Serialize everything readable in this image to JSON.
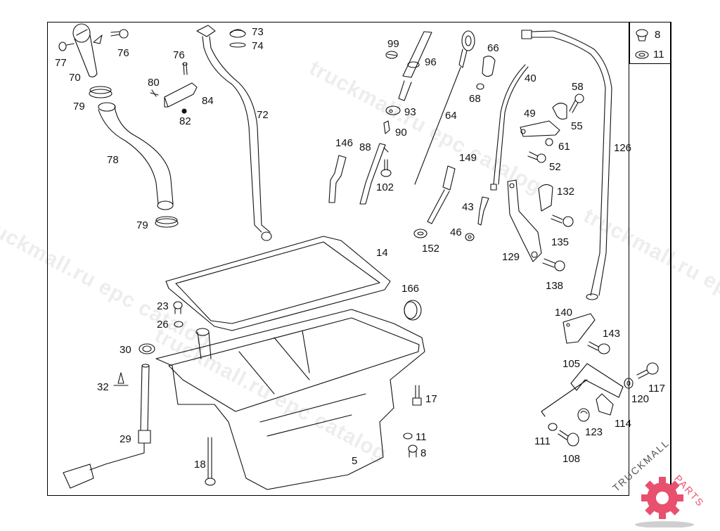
{
  "diagram": {
    "title": "Oil pan, oil dipstick and oil filler parts diagram",
    "watermark_text": "truckmall.ru epc catalog",
    "brand": {
      "name_part1": "TRUCKMALL",
      "name_part2": "PARTS",
      "accent_color": "#e8506e"
    },
    "legend_box": [
      {
        "number": "8"
      },
      {
        "number": "11"
      }
    ],
    "callouts": [
      {
        "id": "c77",
        "number": "77"
      },
      {
        "id": "c70",
        "number": "70"
      },
      {
        "id": "c76a",
        "number": "76"
      },
      {
        "id": "c79a",
        "number": "79"
      },
      {
        "id": "c78",
        "number": "78"
      },
      {
        "id": "c79b",
        "number": "79"
      },
      {
        "id": "c76b",
        "number": "76"
      },
      {
        "id": "c80",
        "number": "80"
      },
      {
        "id": "c84",
        "number": "84"
      },
      {
        "id": "c82",
        "number": "82"
      },
      {
        "id": "c73",
        "number": "73"
      },
      {
        "id": "c74",
        "number": "74"
      },
      {
        "id": "c72",
        "number": "72"
      },
      {
        "id": "c99",
        "number": "99"
      },
      {
        "id": "c96",
        "number": "96"
      },
      {
        "id": "c93",
        "number": "93"
      },
      {
        "id": "c90",
        "number": "90"
      },
      {
        "id": "c146",
        "number": "146"
      },
      {
        "id": "c88",
        "number": "88"
      },
      {
        "id": "c102",
        "number": "102"
      },
      {
        "id": "c64",
        "number": "64"
      },
      {
        "id": "c66",
        "number": "66"
      },
      {
        "id": "c68",
        "number": "68"
      },
      {
        "id": "c40",
        "number": "40"
      },
      {
        "id": "c149",
        "number": "149"
      },
      {
        "id": "c43",
        "number": "43"
      },
      {
        "id": "c46",
        "number": "46"
      },
      {
        "id": "c152",
        "number": "152"
      },
      {
        "id": "c58",
        "number": "58"
      },
      {
        "id": "c49",
        "number": "49"
      },
      {
        "id": "c55",
        "number": "55"
      },
      {
        "id": "c61",
        "number": "61"
      },
      {
        "id": "c52",
        "number": "52"
      },
      {
        "id": "c126",
        "number": "126"
      },
      {
        "id": "c132",
        "number": "132"
      },
      {
        "id": "c135",
        "number": "135"
      },
      {
        "id": "c129",
        "number": "129"
      },
      {
        "id": "c138",
        "number": "138"
      },
      {
        "id": "c14",
        "number": "14"
      },
      {
        "id": "c166",
        "number": "166"
      },
      {
        "id": "c23",
        "number": "23"
      },
      {
        "id": "c26",
        "number": "26"
      },
      {
        "id": "c30",
        "number": "30"
      },
      {
        "id": "c32",
        "number": "32"
      },
      {
        "id": "c29",
        "number": "29"
      },
      {
        "id": "c18",
        "number": "18"
      },
      {
        "id": "c5",
        "number": "5"
      },
      {
        "id": "c17",
        "number": "17"
      },
      {
        "id": "c11",
        "number": "11"
      },
      {
        "id": "c8",
        "number": "8"
      },
      {
        "id": "c140",
        "number": "140"
      },
      {
        "id": "c143",
        "number": "143"
      },
      {
        "id": "c105",
        "number": "105"
      },
      {
        "id": "c117",
        "number": "117"
      },
      {
        "id": "c120",
        "number": "120"
      },
      {
        "id": "c114",
        "number": "114"
      },
      {
        "id": "c123",
        "number": "123"
      },
      {
        "id": "c111",
        "number": "111"
      },
      {
        "id": "c108",
        "number": "108"
      }
    ]
  }
}
